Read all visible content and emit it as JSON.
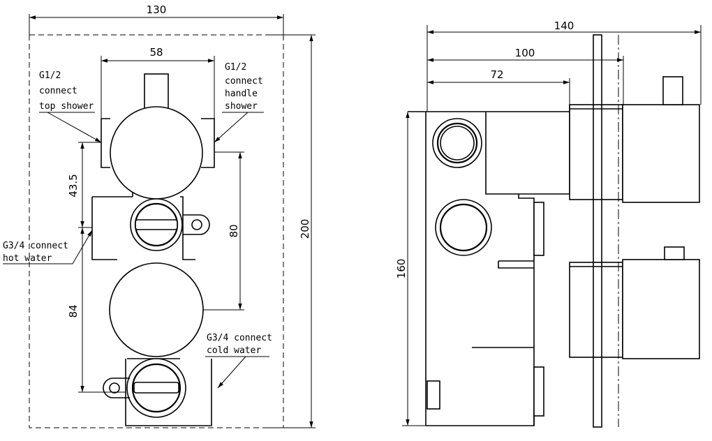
{
  "dimensions": {
    "front_width": "130",
    "front_height": "200",
    "inlet_spacing": "58",
    "top_offset": "43.5",
    "inner_spacing": "80",
    "lower_spacing": "84",
    "side_depth_total": "140",
    "side_depth_100": "100",
    "side_depth_72": "72",
    "side_height": "160"
  },
  "labels": {
    "top_shower": [
      "G1/2",
      "connect",
      "top shower"
    ],
    "handle_shower": [
      "G1/2",
      "connect",
      "handle",
      "shower"
    ],
    "hot_water": [
      "G3/4 connect",
      "hot  water"
    ],
    "cold_water": [
      "G3/4 connect",
      "cold  water"
    ]
  }
}
